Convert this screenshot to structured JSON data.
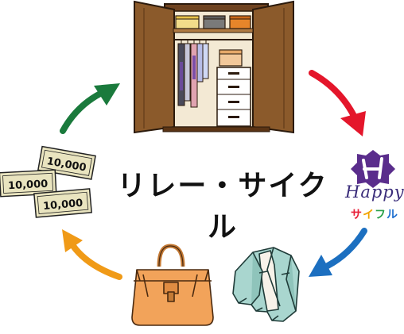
{
  "title": "リレー・サイクル",
  "bills": [
    "10,000",
    "10,000",
    "10,000"
  ],
  "logo": {
    "word": "Happy",
    "kana": [
      "サ",
      "イ",
      "フ",
      "ル"
    ],
    "kana_colors": [
      "#e8213a",
      "#f2a400",
      "#2aa14a",
      "#1e6fd0"
    ]
  },
  "colors": {
    "arrow_red": "#e4162b",
    "arrow_blue": "#1c6fc0",
    "arrow_orange": "#f09a17",
    "arrow_green": "#1a7a3c",
    "closet_wood": "#8b5a2b",
    "bag": "#f2a35a",
    "jacket": "#a9d6cf",
    "logo_purple": "#5a2d8c"
  },
  "icons": [
    "closet-illustration",
    "happy-saiful-logo",
    "jacket-illustration",
    "handbag-illustration",
    "banknotes-illustration"
  ]
}
